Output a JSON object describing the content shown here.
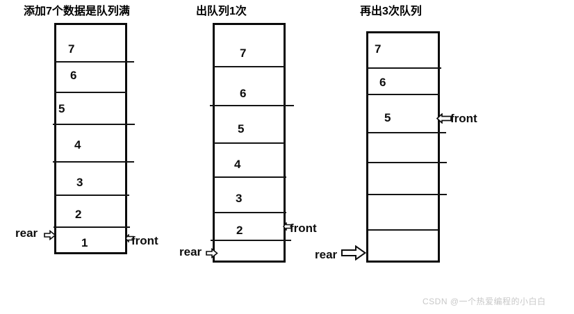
{
  "figure": {
    "background": "#ffffff",
    "ink": "#0d0d0d",
    "watermark": "CSDN @一个热爱编程的小白白"
  },
  "columns": [
    {
      "id": "col-1",
      "title": "添加7个数据是队列满",
      "cells": [
        "7",
        "6",
        "5",
        "4",
        "3",
        "2",
        "1"
      ],
      "pointers": {
        "rear": {
          "label": "rear",
          "icon": "arrow-right-icon"
        },
        "front": {
          "label": "front",
          "icon": "arrow-left-icon"
        }
      }
    },
    {
      "id": "col-2",
      "title": "出队列1次",
      "cells": [
        "7",
        "6",
        "5",
        "4",
        "3",
        "2",
        ""
      ],
      "pointers": {
        "rear": {
          "label": "rear",
          "icon": "arrow-right-icon"
        },
        "front": {
          "label": "front",
          "icon": "arrow-left-icon"
        }
      }
    },
    {
      "id": "col-3",
      "title": "再出3次队列",
      "cells": [
        "7",
        "6",
        "5",
        "",
        "",
        "",
        ""
      ],
      "pointers": {
        "rear": {
          "label": "rear",
          "icon": "arrow-right-icon"
        },
        "front": {
          "label": "front",
          "icon": "arrow-left-icon"
        }
      }
    }
  ]
}
